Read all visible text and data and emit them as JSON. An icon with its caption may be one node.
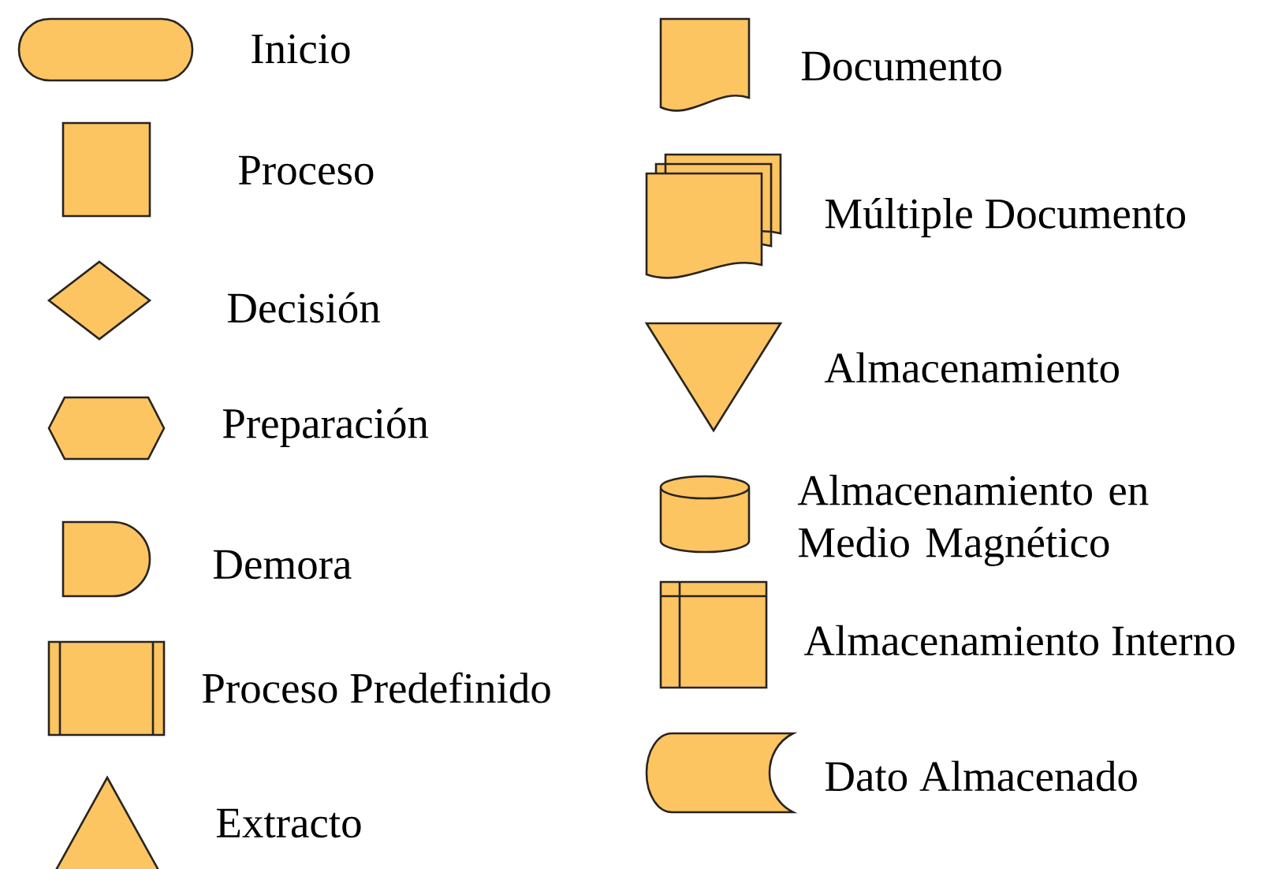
{
  "diagram": {
    "nodes": [
      {
        "text": [],
        "shape": "terminal",
        "beside": [
          "Inicio"
        ]
      },
      {
        "text": [],
        "shape": "box",
        "beside": [
          "Proceso"
        ]
      },
      {
        "text": [],
        "shape": "diamond",
        "beside": [
          "Decisión"
        ]
      },
      {
        "text": [],
        "shape": "hexagon",
        "beside": [
          "Preparación"
        ]
      },
      {
        "text": [],
        "shape": "delay",
        "beside": [
          "Demora"
        ]
      },
      {
        "text": [],
        "shape": "predefined-process",
        "beside": [
          "Proceso Predefinido"
        ]
      },
      {
        "text": [],
        "shape": "triangle",
        "beside": [
          "Extracto"
        ]
      },
      {
        "text": [],
        "shape": "document",
        "beside": [
          "Documento"
        ]
      },
      {
        "text": [],
        "shape": "multiple-document",
        "beside": [
          "Múltiple Documento"
        ]
      },
      {
        "text": [],
        "shape": "inverted-triangle",
        "beside": [
          "Almacenamiento"
        ]
      },
      {
        "text": [],
        "shape": "cylinder",
        "beside": [
          "Almacenamiento en Medio Magnético"
        ]
      },
      {
        "text": [],
        "shape": "internal-storage",
        "beside": [
          "Almacenamiento Interno"
        ]
      },
      {
        "text": [],
        "shape": "stored-data",
        "beside": [
          "Dato Almacenado"
        ]
      }
    ]
  }
}
